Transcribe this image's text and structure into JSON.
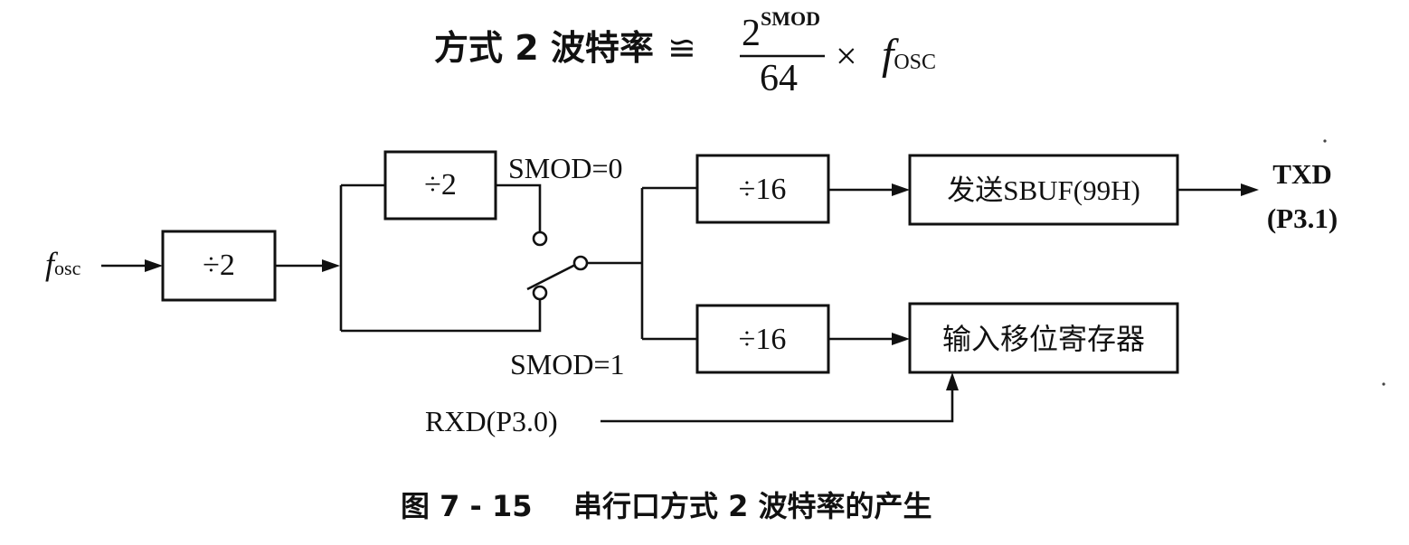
{
  "formula": {
    "prefix": "方式 2 波特率",
    "relation": "≌",
    "numerator_base": "2",
    "numerator_exponent": "SMOD",
    "denominator": "64",
    "times": "×",
    "f_symbol": "f",
    "f_subscript": "OSC"
  },
  "inputs": {
    "clock_f": "f",
    "clock_sub": "osc",
    "rxd": "RXD(P3.0)"
  },
  "blocks": {
    "prescaler": "÷2",
    "divider_smod0": "÷2",
    "divider_tx": "÷16",
    "divider_rx": "÷16",
    "transmit": "发送SBUF(99H)",
    "receive": "输入移位寄存器"
  },
  "switch_labels": {
    "smod0": "SMOD=0",
    "smod1": "SMOD=1"
  },
  "outputs": {
    "txd": "TXD",
    "txd_pin": "(P3.1)"
  },
  "caption": {
    "number": "图 7 - 15",
    "title": "串行口方式 2 波特率的产生"
  },
  "colors": {
    "ink": "#111111",
    "paper": "#ffffff"
  }
}
